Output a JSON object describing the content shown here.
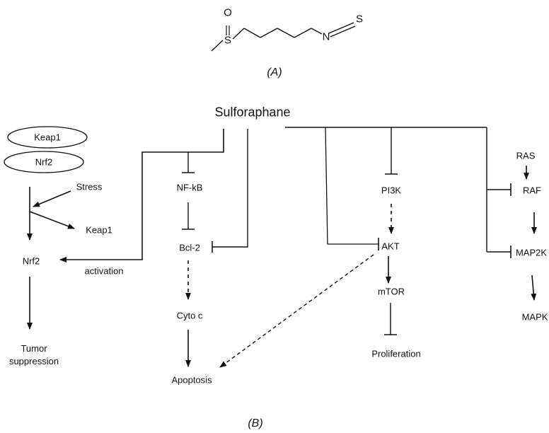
{
  "panels": {
    "a": "(A)",
    "b": "(B)"
  },
  "molecule": {
    "atom_o": "O",
    "atom_s1": "S",
    "atom_n": "N",
    "atom_s2": "S"
  },
  "center": {
    "title": "Sulforaphane"
  },
  "left_path": {
    "keap1_oval": "Keap1",
    "nrf2_oval": "Nrf2",
    "stress": "Stress",
    "keap1_released": "Keap1",
    "nrf2": "Nrf2",
    "activation": "activation",
    "tumor_line1": "Tumor",
    "tumor_line2": "suppression"
  },
  "apoptosis_path": {
    "nfkb": "NF-kB",
    "bcl2": "Bcl-2",
    "cytoc": "Cyto c",
    "apoptosis": "Apoptosis"
  },
  "pi3k_path": {
    "pi3k": "PI3K",
    "akt": "AKT",
    "mtor": "mTOR",
    "proliferation": "Proliferation"
  },
  "mapk_path": {
    "ras": "RAS",
    "raf": "RAF",
    "map2k": "MAP2K",
    "mapk": "MAPK"
  }
}
